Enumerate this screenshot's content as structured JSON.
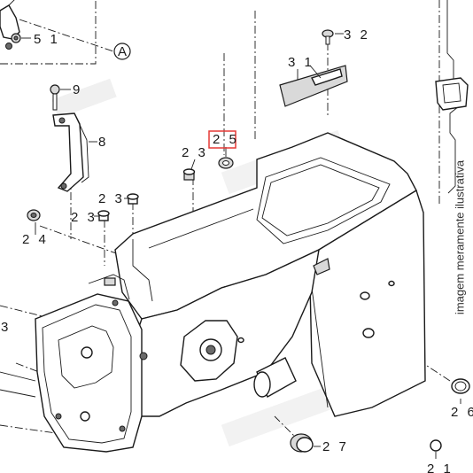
{
  "callouts": [
    {
      "id": "51",
      "label": "5 1"
    },
    {
      "id": "A",
      "label": "A"
    },
    {
      "id": "9",
      "label": "9"
    },
    {
      "id": "8",
      "label": "8"
    },
    {
      "id": "32",
      "label": "3 2"
    },
    {
      "id": "31",
      "label": "3 1"
    },
    {
      "id": "25",
      "label": "2 5",
      "highlighted": true
    },
    {
      "id": "23a",
      "label": "2 3"
    },
    {
      "id": "23b",
      "label": "2 3"
    },
    {
      "id": "23c",
      "label": "2 3"
    },
    {
      "id": "24",
      "label": "2 4"
    },
    {
      "id": "3",
      "label": "3"
    },
    {
      "id": "26",
      "label": "2 6"
    },
    {
      "id": "27",
      "label": "2 7"
    },
    {
      "id": "21",
      "label": "2 1"
    }
  ],
  "side_note": "imagem meramente ilustrativa",
  "colors": {
    "line": "#1a1a1a",
    "highlight_box": "#e53935",
    "watermark": "#e6e6e6"
  }
}
